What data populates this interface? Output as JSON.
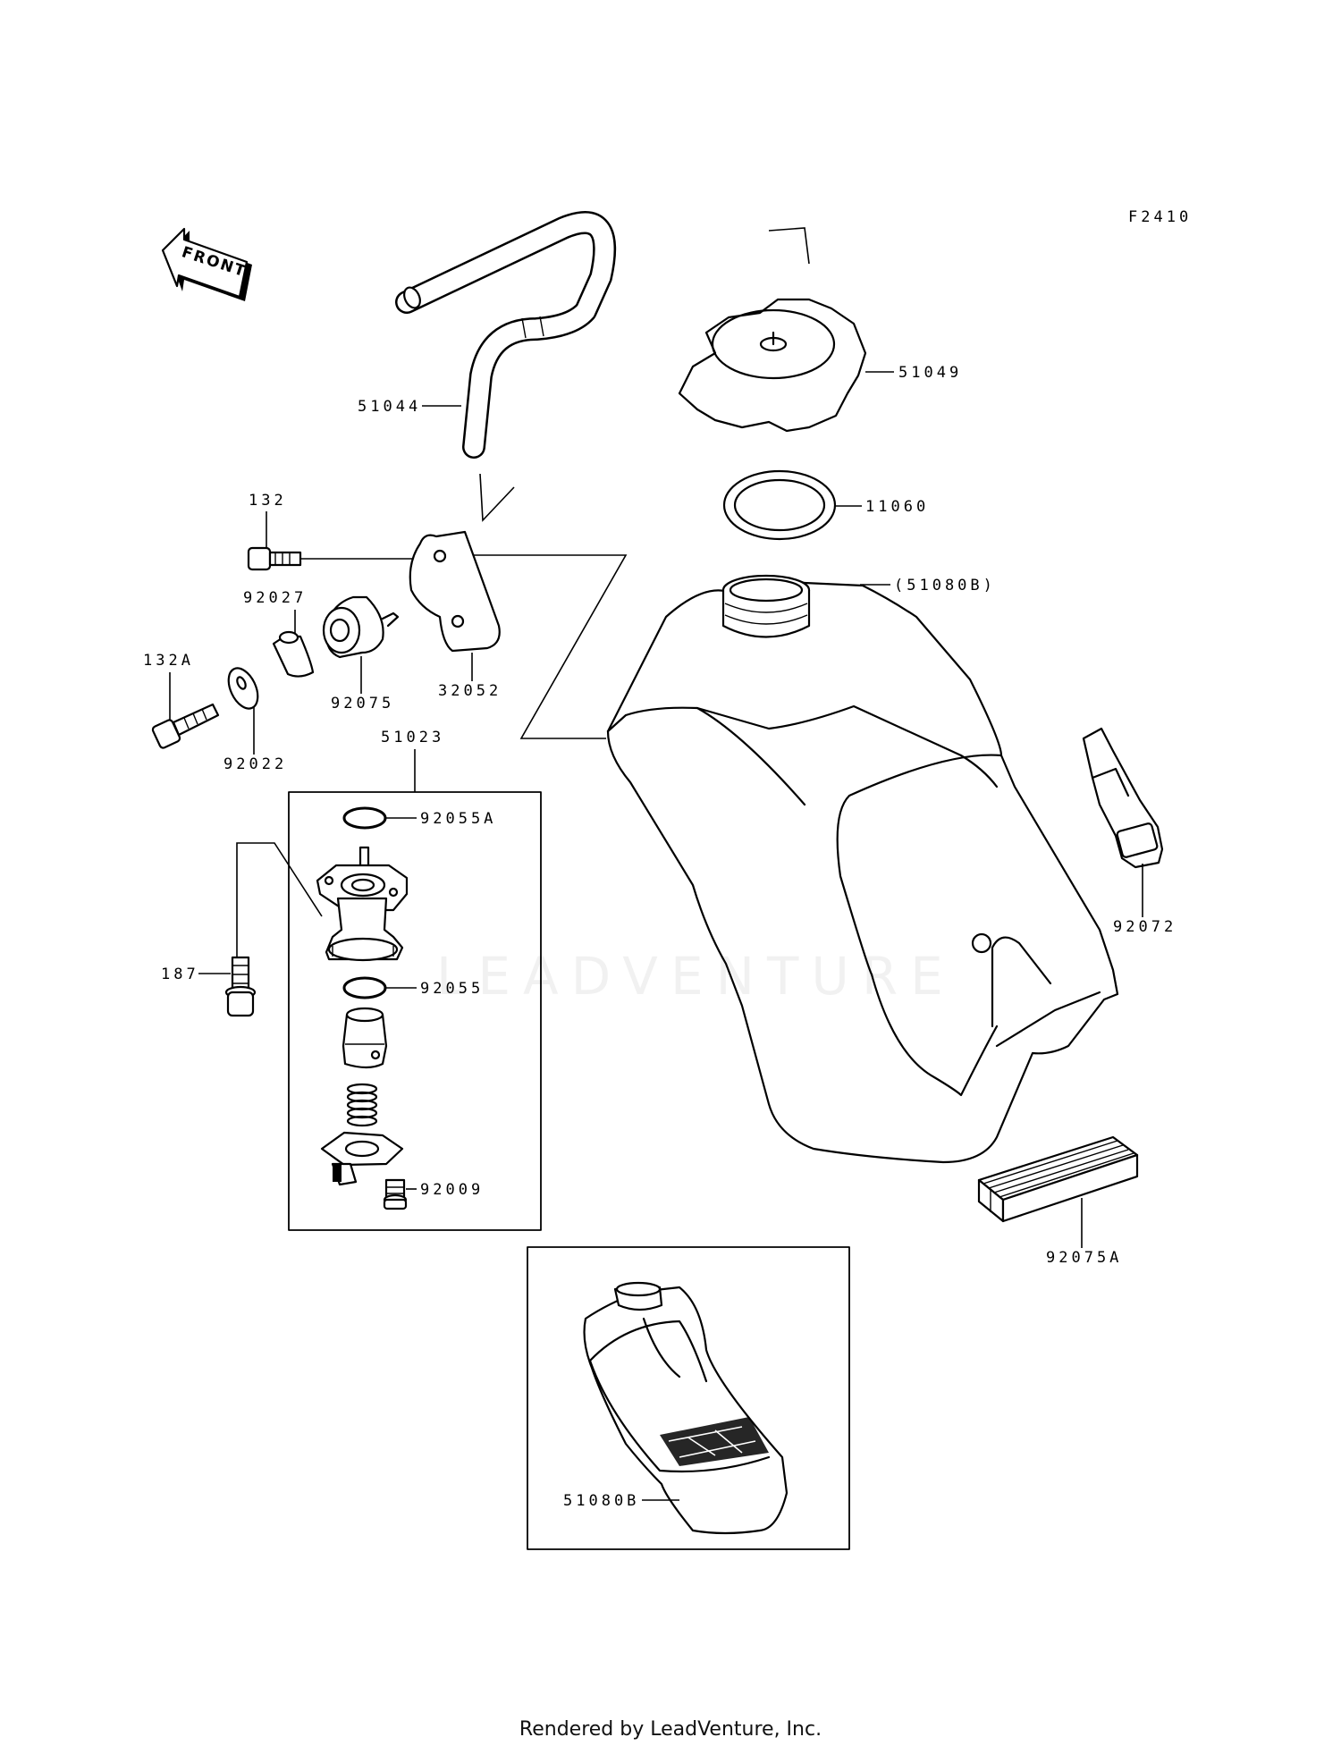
{
  "figure_code": "F2410",
  "front_label": "FRONT",
  "watermark": "LEADVENTURE",
  "footer": "Rendered by LeadVenture, Inc.",
  "part_labels": {
    "p51044": "51044",
    "p51049": "51049",
    "p11060": "11060",
    "p51080B_paren": "(51080B)",
    "p132": "132",
    "p92027": "92027",
    "p132A": "132A",
    "p92075": "92075",
    "p32052": "32052",
    "p92022": "92022",
    "p51023": "51023",
    "p92055A": "92055A",
    "p187": "187",
    "p92055": "92055",
    "p92009": "92009",
    "p92072": "92072",
    "p92075A": "92075A",
    "p51080B": "51080B"
  }
}
